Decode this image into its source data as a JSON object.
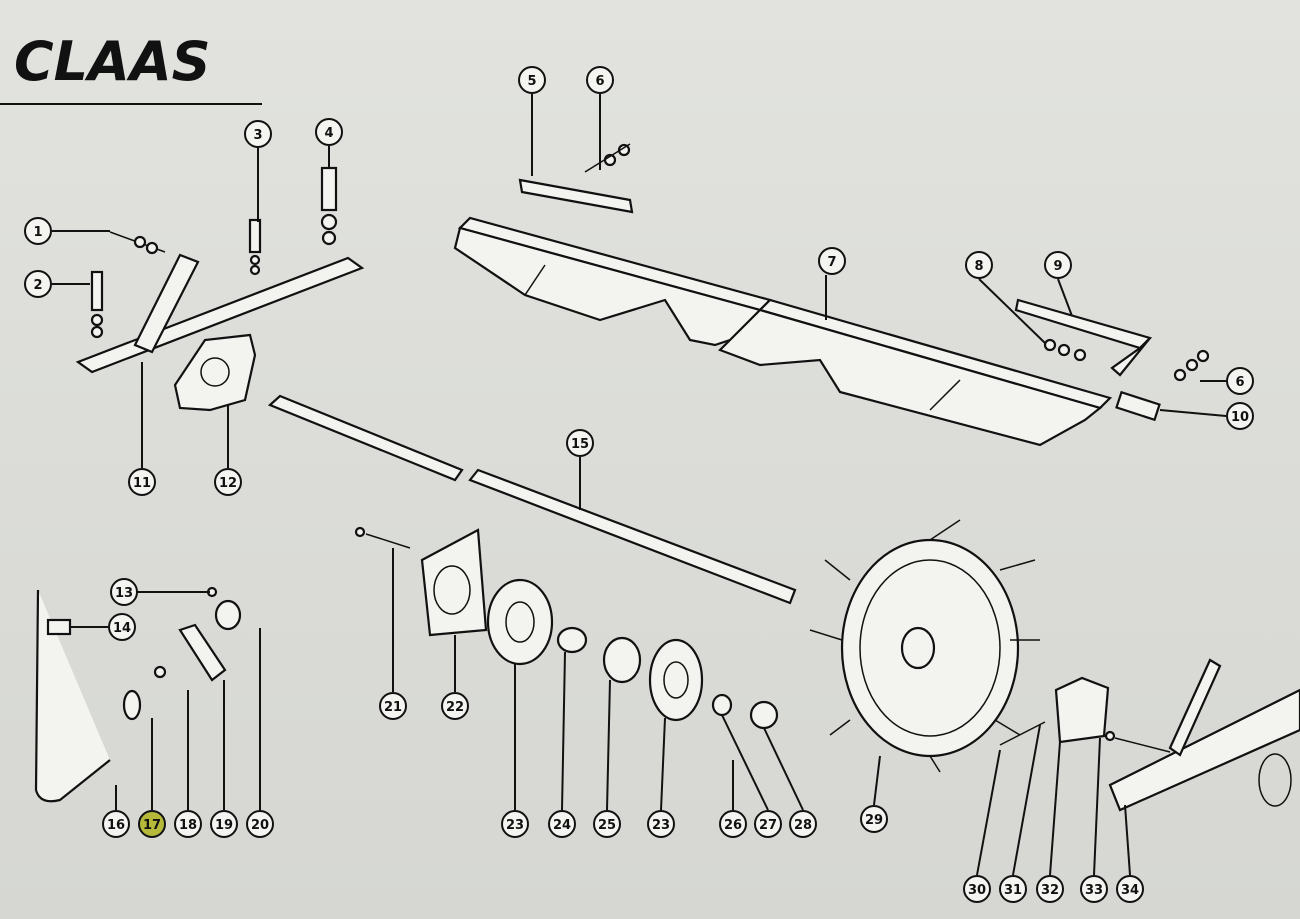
{
  "logo": {
    "text": "CLAAS"
  },
  "callouts": [
    {
      "id": "c1",
      "label": "1"
    },
    {
      "id": "c2",
      "label": "2"
    },
    {
      "id": "c3",
      "label": "3"
    },
    {
      "id": "c4",
      "label": "4"
    },
    {
      "id": "c5a",
      "label": "5"
    },
    {
      "id": "c6a",
      "label": "6"
    },
    {
      "id": "c7",
      "label": "7"
    },
    {
      "id": "c8",
      "label": "8"
    },
    {
      "id": "c9",
      "label": "9"
    },
    {
      "id": "c6b",
      "label": "6"
    },
    {
      "id": "c10",
      "label": "10"
    },
    {
      "id": "c11",
      "label": "11"
    },
    {
      "id": "c12",
      "label": "12"
    },
    {
      "id": "c13",
      "label": "13"
    },
    {
      "id": "c14",
      "label": "14"
    },
    {
      "id": "c15",
      "label": "15"
    },
    {
      "id": "c16",
      "label": "16"
    },
    {
      "id": "c17",
      "label": "17"
    },
    {
      "id": "c18",
      "label": "18"
    },
    {
      "id": "c19",
      "label": "19"
    },
    {
      "id": "c20",
      "label": "20"
    },
    {
      "id": "c21",
      "label": "21"
    },
    {
      "id": "c22",
      "label": "22"
    },
    {
      "id": "c23",
      "label": "23"
    },
    {
      "id": "c24",
      "label": "24"
    },
    {
      "id": "c25",
      "label": "25"
    },
    {
      "id": "c26a",
      "label": "23"
    },
    {
      "id": "c26",
      "label": "26"
    },
    {
      "id": "c27",
      "label": "27"
    },
    {
      "id": "c28",
      "label": "28"
    },
    {
      "id": "c29",
      "label": "29"
    },
    {
      "id": "c30",
      "label": "30"
    },
    {
      "id": "c31",
      "label": "31"
    },
    {
      "id": "c32",
      "label": "32"
    },
    {
      "id": "c33",
      "label": "33"
    },
    {
      "id": "c34",
      "label": "34"
    }
  ],
  "colors": {
    "ink": "#111111",
    "paper": "#e0e1dd",
    "highlight": "#b5b838"
  }
}
